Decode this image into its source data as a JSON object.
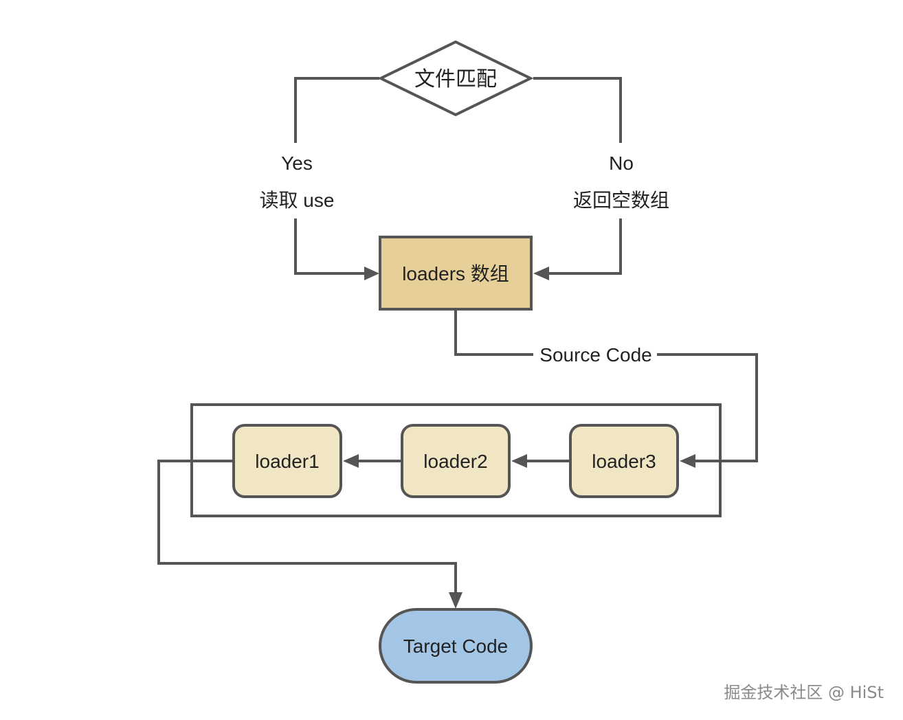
{
  "decision": {
    "label": "文件匹配"
  },
  "branches": {
    "yes": {
      "label": "Yes",
      "action": "读取 use"
    },
    "no": {
      "label": "No",
      "action": "返回空数组"
    }
  },
  "loaders_array": {
    "label": "loaders 数组"
  },
  "source_edge": {
    "label": "Source Code"
  },
  "loaders": [
    {
      "label": "loader1"
    },
    {
      "label": "loader2"
    },
    {
      "label": "loader3"
    }
  ],
  "target": {
    "label": "Target Code"
  },
  "watermark": "掘金技术社区 @ HiSt",
  "colors": {
    "stroke": "#555555",
    "loaders_array_fill": "#e6cf98",
    "loader_fill": "#f0e6c4",
    "target_fill": "#a3c5e6",
    "background": "#ffffff"
  }
}
